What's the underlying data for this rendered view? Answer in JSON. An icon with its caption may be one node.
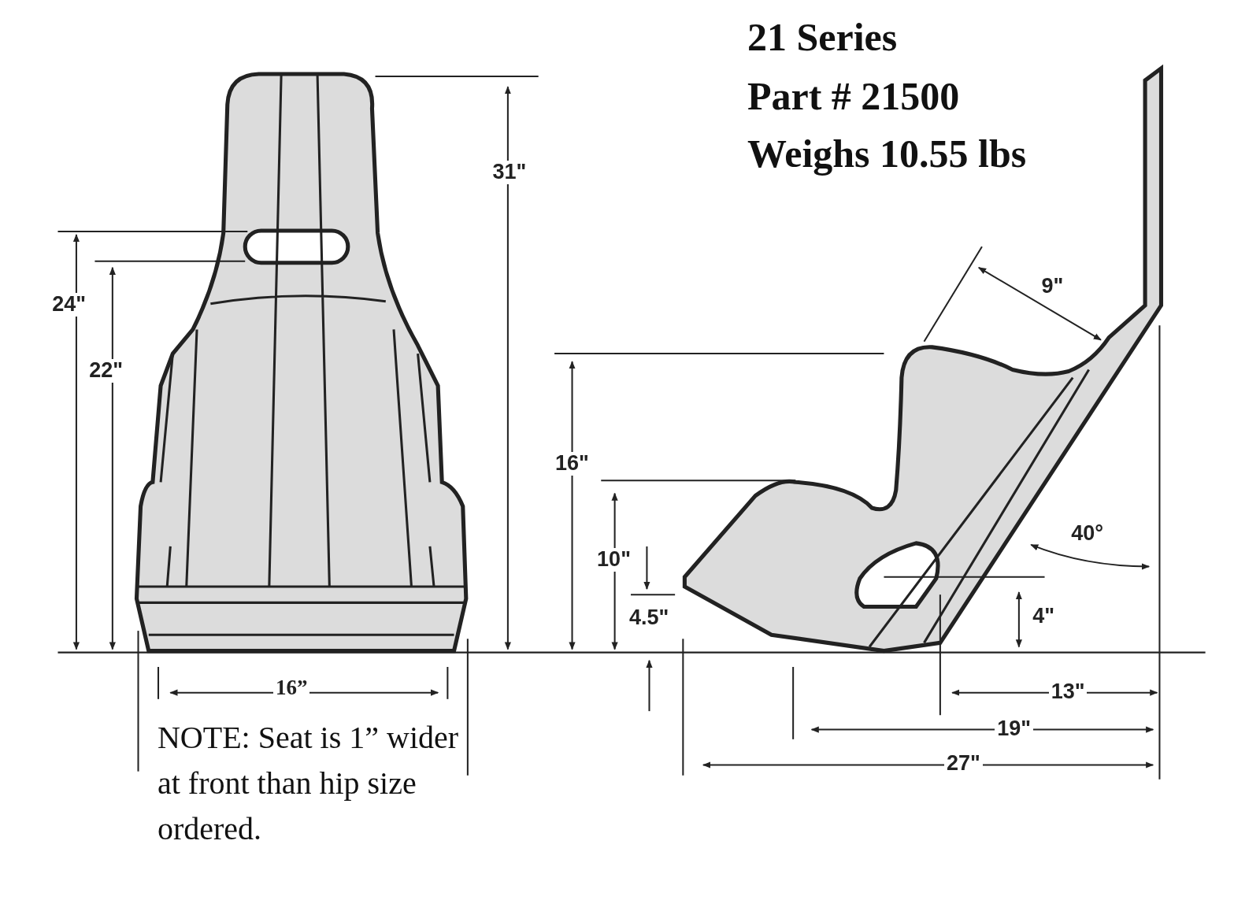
{
  "diagram": {
    "title": "21 Series",
    "labels": [
      "Part # 21500",
      "Weighs 10.55 lbs",
      "31\"",
      "24\"",
      "22\"",
      "9\"",
      "16\"",
      "10\"",
      "4.5\"",
      "40°",
      "4\"",
      "16”",
      "13\"",
      "19\"",
      "27\"",
      "NOTE: Seat is 1” wider at front than hip size ordered."
    ]
  }
}
